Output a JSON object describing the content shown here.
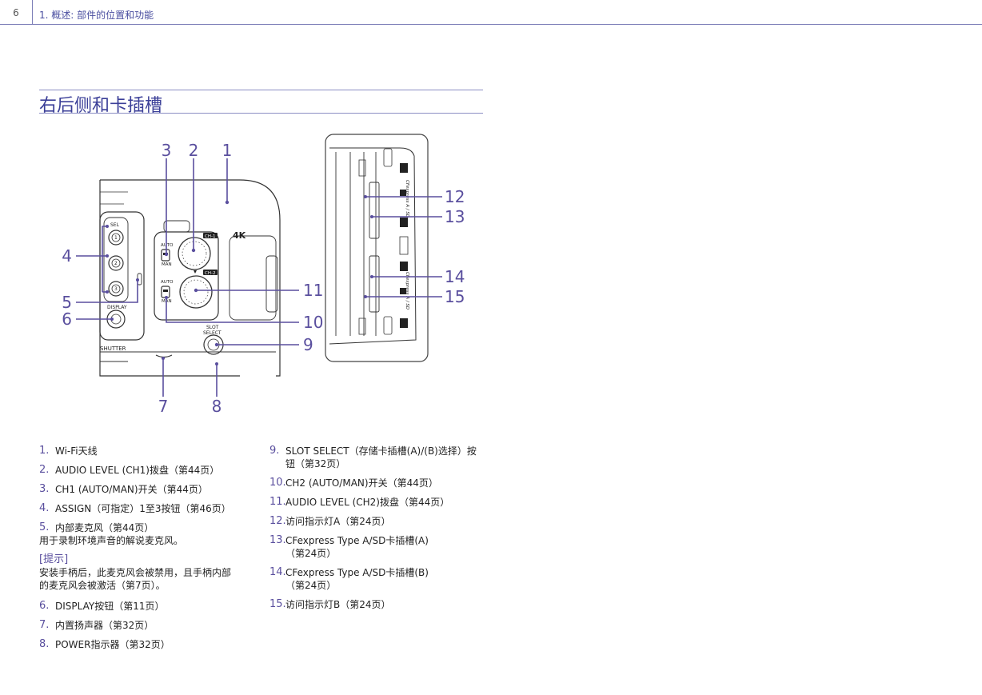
{
  "header": {
    "page_number": "6",
    "chapter": "1. 概述: 部件的位置和功能"
  },
  "section": {
    "title": "右后侧和卡插槽"
  },
  "figure": {
    "callouts": [
      "1",
      "2",
      "3",
      "4",
      "5",
      "6",
      "7",
      "8",
      "9",
      "10",
      "11",
      "12",
      "13",
      "14",
      "15"
    ],
    "panel_labels": {
      "sel": "SEL",
      "btn1": "1",
      "btn2": "2",
      "btn3": "3",
      "display": "DISPLAY",
      "shutter": "SHUTTER",
      "auto": "AUTO",
      "man": "MAN",
      "ch1": "CH-1",
      "ch2": "CH-2",
      "brand": "4K",
      "slot_select_1": "SLOT",
      "slot_select_2": "SELECT",
      "card_a": "CFexpress A / SD",
      "card_b": "CFexpress A / SD"
    }
  },
  "left_list": [
    {
      "num": "1.",
      "text": "Wi-Fi天线"
    },
    {
      "num": "2.",
      "text": "AUDIO LEVEL (CH1)拨盘（第44页）"
    },
    {
      "num": "3.",
      "text": "CH1 (AUTO/MAN)开关（第44页）"
    },
    {
      "num": "4.",
      "text": "ASSIGN（可指定）1至3按钮（第46页）"
    },
    {
      "num": "5.",
      "text": "内部麦克风（第44页）"
    }
  ],
  "mic_desc": "用于录制环境声音的解说麦克风。",
  "tip": {
    "head": "[提示]",
    "line1": "安装手柄后，此麦克风会被禁用，且手柄内部",
    "line2": "的麦克风会被激活（第7页）。"
  },
  "left_list2": [
    {
      "num": "6.",
      "text": "DISPLAY按钮（第11页）"
    },
    {
      "num": "7.",
      "text": "内置扬声器（第32页）"
    },
    {
      "num": "8.",
      "text": "POWER指示器（第32页）"
    }
  ],
  "right_list": [
    {
      "num": "9.",
      "line1": "SLOT SELECT（存储卡插槽(A)/(B)选择）按",
      "line2": "钮（第32页）"
    },
    {
      "num": "10.",
      "line1": "CH2 (AUTO/MAN)开关（第44页）"
    },
    {
      "num": "11.",
      "line1": "AUDIO LEVEL (CH2)拨盘（第44页）"
    },
    {
      "num": "12.",
      "line1": "访问指示灯A（第24页）"
    },
    {
      "num": "13.",
      "line1": "CFexpress Type A/SD卡插槽(A)",
      "line2": "（第24页）"
    },
    {
      "num": "14.",
      "line1": "CFexpress Type A/SD卡插槽(B)",
      "line2": "（第24页）"
    },
    {
      "num": "15.",
      "line1": "访问指示灯B（第24页）"
    }
  ]
}
